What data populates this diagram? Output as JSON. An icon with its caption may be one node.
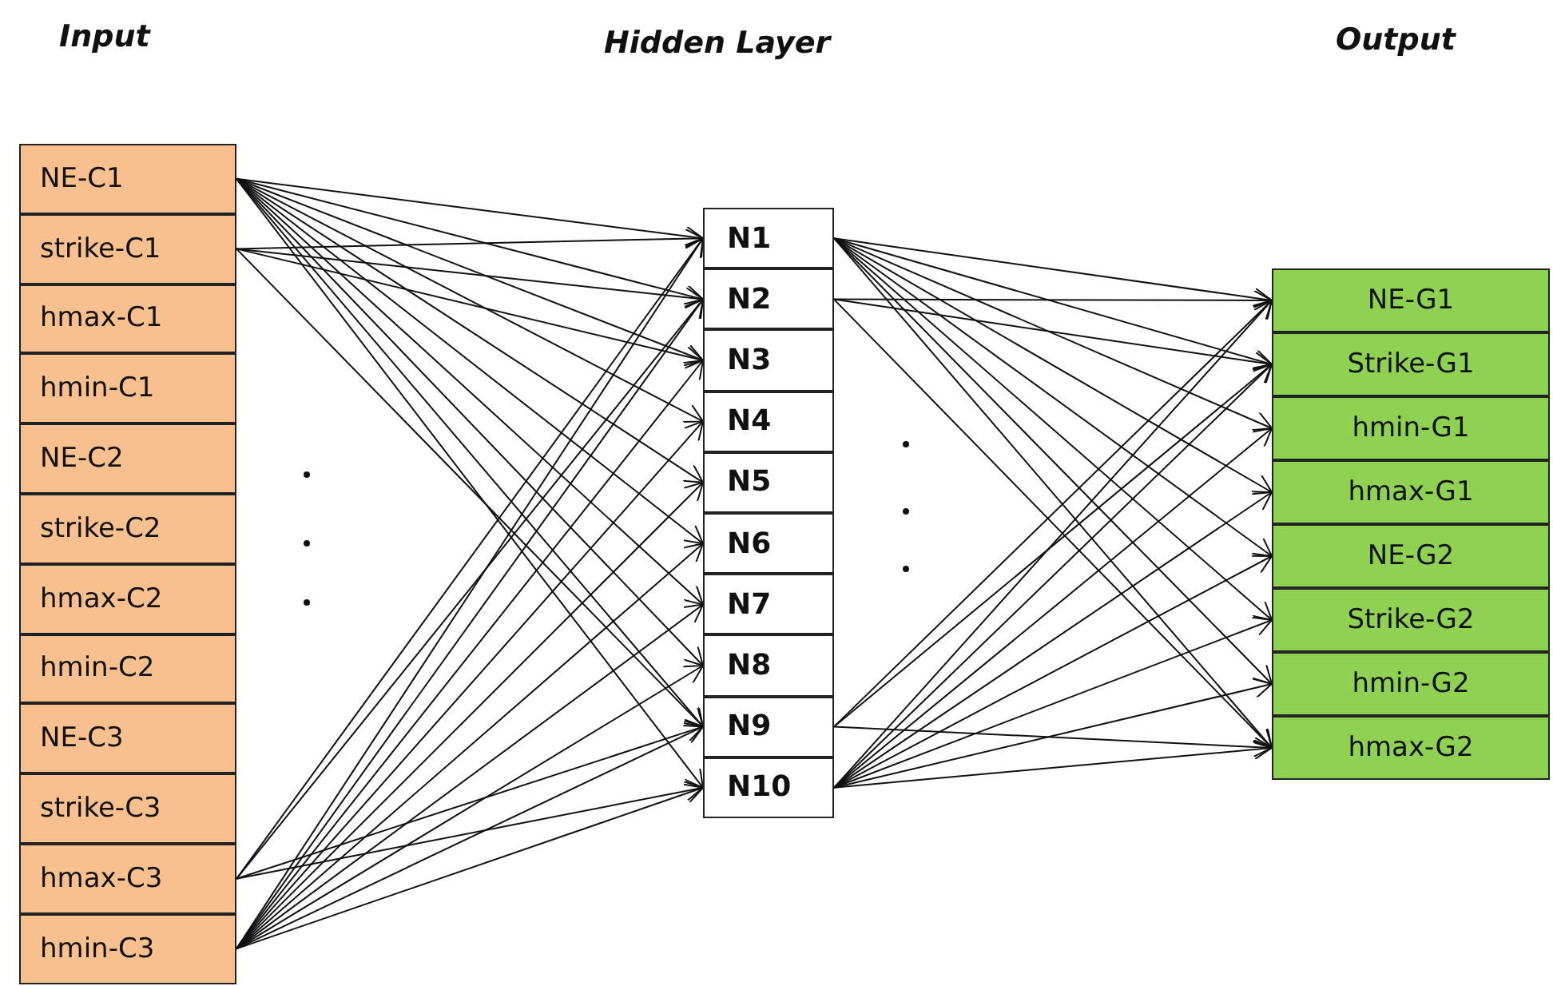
{
  "diagram": {
    "nodes": [
      {
        "text": [
          "NE-C1"
        ]
      },
      {
        "text": [
          "strike-C1"
        ]
      },
      {
        "text": [
          "hmax-C1"
        ]
      },
      {
        "text": [
          "hmin-C1"
        ]
      },
      {
        "text": [
          "NE-C2"
        ]
      },
      {
        "text": [
          "strike-C2"
        ]
      },
      {
        "text": [
          "hmax-C2"
        ]
      },
      {
        "text": [
          "hmin-C2"
        ]
      },
      {
        "text": [
          "NE-C3"
        ]
      },
      {
        "text": [
          "strike-C3"
        ]
      },
      {
        "text": [
          "hmax-C3"
        ]
      },
      {
        "text": [
          "hmin-C3"
        ]
      },
      {
        "text": [
          "N1"
        ]
      },
      {
        "text": [
          "N2"
        ]
      },
      {
        "text": [
          "N3"
        ]
      },
      {
        "text": [
          "N4"
        ]
      },
      {
        "text": [
          "N5"
        ]
      },
      {
        "text": [
          "N6"
        ]
      },
      {
        "text": [
          "N7"
        ]
      },
      {
        "text": [
          "N8"
        ]
      },
      {
        "text": [
          "N9"
        ]
      },
      {
        "text": [
          "N10"
        ]
      },
      {
        "text": [
          "NE-G1"
        ]
      },
      {
        "text": [
          "Strike-G1"
        ]
      },
      {
        "text": [
          "hmin-G1"
        ]
      },
      {
        "text": [
          "hmax-G1"
        ]
      },
      {
        "text": [
          "NE-G2"
        ]
      },
      {
        "text": [
          "Strike-G2"
        ]
      },
      {
        "text": [
          "hmin-G2"
        ]
      },
      {
        "text": [
          "hmax-G2"
        ]
      }
    ],
    "edges": [
      {
        "from": 0,
        "to": 12,
        "arrow": "to"
      },
      {
        "from": 0,
        "to": 13,
        "arrow": "to"
      },
      {
        "from": 0,
        "to": 14,
        "arrow": "to"
      },
      {
        "from": 0,
        "to": 15,
        "arrow": "to"
      },
      {
        "from": 0,
        "to": 16,
        "arrow": "to"
      },
      {
        "from": 0,
        "to": 17,
        "arrow": "to"
      },
      {
        "from": 0,
        "to": 18,
        "arrow": "to"
      },
      {
        "from": 0,
        "to": 19,
        "arrow": "to"
      },
      {
        "from": 0,
        "to": 20,
        "arrow": "to"
      },
      {
        "from": 0,
        "to": 21,
        "arrow": "to"
      },
      {
        "from": 1,
        "to": 12,
        "arrow": "to"
      },
      {
        "from": 1,
        "to": 13,
        "arrow": "to"
      },
      {
        "from": 1,
        "to": 14,
        "arrow": "to"
      },
      {
        "from": 1,
        "to": 20,
        "arrow": "to"
      },
      {
        "from": 10,
        "to": 12,
        "arrow": "to"
      },
      {
        "from": 10,
        "to": 13,
        "arrow": "to"
      },
      {
        "from": 10,
        "to": 20,
        "arrow": "to"
      },
      {
        "from": 10,
        "to": 21,
        "arrow": "to"
      },
      {
        "from": 11,
        "to": 12,
        "arrow": "to"
      },
      {
        "from": 11,
        "to": 13,
        "arrow": "to"
      },
      {
        "from": 11,
        "to": 14,
        "arrow": "to"
      },
      {
        "from": 11,
        "to": 15,
        "arrow": "to"
      },
      {
        "from": 11,
        "to": 16,
        "arrow": "to"
      },
      {
        "from": 11,
        "to": 17,
        "arrow": "to"
      },
      {
        "from": 11,
        "to": 18,
        "arrow": "to"
      },
      {
        "from": 11,
        "to": 19,
        "arrow": "to"
      },
      {
        "from": 11,
        "to": 20,
        "arrow": "to"
      },
      {
        "from": 11,
        "to": 21,
        "arrow": "to"
      },
      {
        "from": 12,
        "to": 22,
        "arrow": "to"
      },
      {
        "from": 12,
        "to": 23,
        "arrow": "to"
      },
      {
        "from": 12,
        "to": 24,
        "arrow": "to"
      },
      {
        "from": 12,
        "to": 25,
        "arrow": "to"
      },
      {
        "from": 12,
        "to": 26,
        "arrow": "to"
      },
      {
        "from": 12,
        "to": 27,
        "arrow": "to"
      },
      {
        "from": 12,
        "to": 28,
        "arrow": "to"
      },
      {
        "from": 12,
        "to": 29,
        "arrow": "to"
      },
      {
        "from": 13,
        "to": 22,
        "arrow": "to"
      },
      {
        "from": 13,
        "to": 23,
        "arrow": "to"
      },
      {
        "from": 13,
        "to": 29,
        "arrow": "to"
      },
      {
        "from": 20,
        "to": 22,
        "arrow": "to"
      },
      {
        "from": 20,
        "to": 23,
        "arrow": "to"
      },
      {
        "from": 20,
        "to": 29,
        "arrow": "to"
      },
      {
        "from": 21,
        "to": 22,
        "arrow": "to"
      },
      {
        "from": 21,
        "to": 23,
        "arrow": "to"
      },
      {
        "from": 21,
        "to": 24,
        "arrow": "to"
      },
      {
        "from": 21,
        "to": 25,
        "arrow": "to"
      },
      {
        "from": 21,
        "to": 26,
        "arrow": "to"
      },
      {
        "from": 21,
        "to": 27,
        "arrow": "to"
      },
      {
        "from": 21,
        "to": 28,
        "arrow": "to"
      },
      {
        "from": 21,
        "to": 29,
        "arrow": "to"
      }
    ],
    "labels": [
      "Input",
      "Hidden Layer",
      "Output"
    ]
  }
}
